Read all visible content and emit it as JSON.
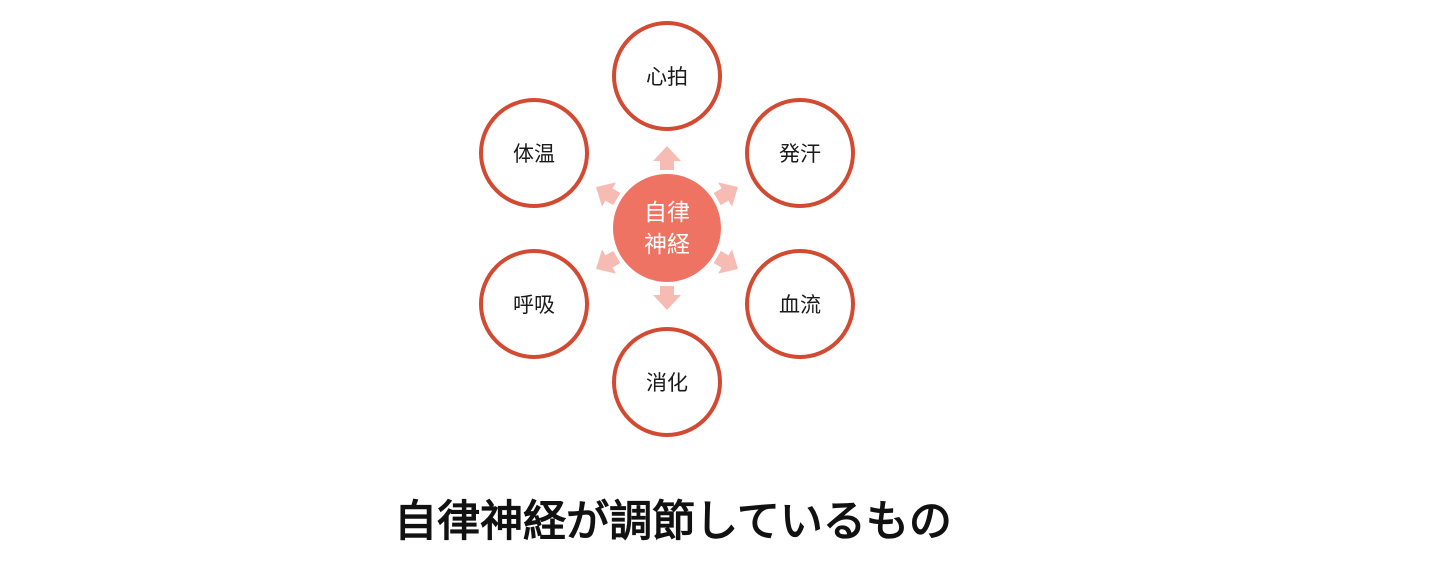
{
  "diagram": {
    "center": {
      "line1": "自律",
      "line2": "神経",
      "fill": "#ee7363"
    },
    "nodes": [
      {
        "label": "心拍"
      },
      {
        "label": "発汗"
      },
      {
        "label": "血流"
      },
      {
        "label": "消化"
      },
      {
        "label": "呼吸"
      },
      {
        "label": "体温"
      }
    ],
    "node_stroke": "#d24a32",
    "arrow_color": "#f6bcb4"
  },
  "caption": "自律神経が調節しているもの"
}
